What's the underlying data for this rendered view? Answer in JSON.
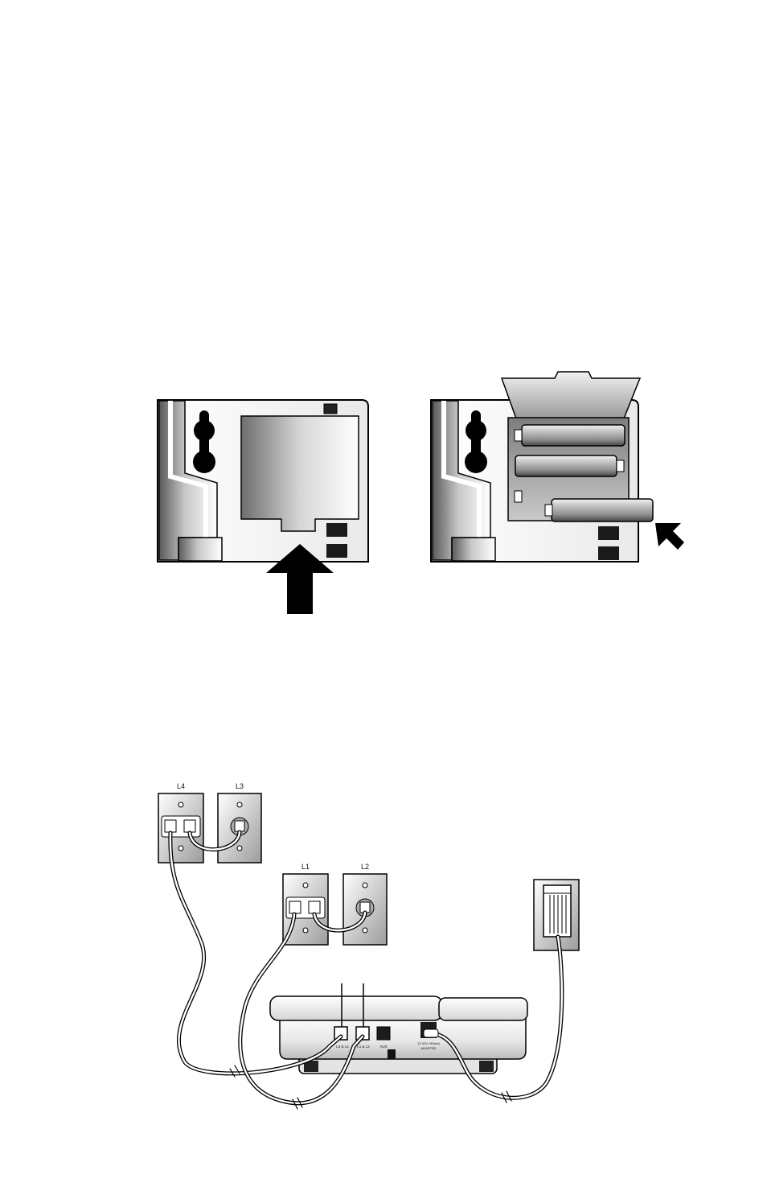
{
  "wall_jacks": {
    "jack_l4": {
      "label": "L4"
    },
    "jack_l3": {
      "label": "L3"
    },
    "jack_l1": {
      "label": "L1"
    },
    "jack_l2": {
      "label": "L2"
    }
  },
  "base_unit": {
    "port_l3_l4": {
      "label": "L3 & L4"
    },
    "port_l1_l2": {
      "label": "L1 & L2"
    },
    "port_aux": {
      "label": "AUX"
    },
    "port_power_line1": {
      "label": "12 VDC 500mA"
    },
    "port_power_line2": {
      "label": "ADAPTER"
    }
  },
  "icons": {
    "insert_arrow": "up-arrow-icon",
    "battery_arrow": "diagonal-arrow-icon",
    "power_outlet": "power-outlet-icon"
  },
  "colors": {
    "ink": "#000000",
    "paper": "#ffffff"
  }
}
